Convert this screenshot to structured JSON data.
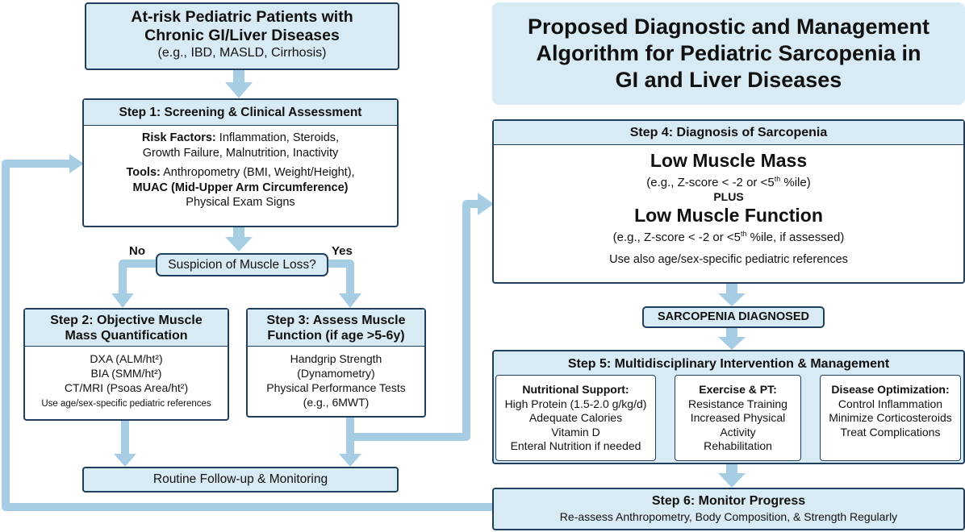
{
  "title": {
    "lines": [
      "Proposed Diagnostic and Management",
      "Algorithm for Pediatric Sarcopenia in",
      "GI and Liver Diseases"
    ]
  },
  "patients": {
    "line1": "At-risk Pediatric Patients with",
    "line2": "Chronic GI/Liver Diseases",
    "example": "(e.g., IBD, MASLD, Cirrhosis)"
  },
  "step1": {
    "header": "Step 1: Screening & Clinical Assessment",
    "risk_label": "Risk Factors:",
    "risk_text1": "Inflammation, Steroids,",
    "risk_text2": "Growth Failure, Malnutrition, Inactivity",
    "tools_label": "Tools:",
    "tools_text": "Anthropometry (BMI, Weight/Height),",
    "muac": "MUAC (Mid-Upper Arm Circumference)",
    "exam": "Physical Exam Signs"
  },
  "decision": {
    "question": "Suspicion of Muscle Loss?",
    "no": "No",
    "yes": "Yes"
  },
  "step2": {
    "header1": "Step 2: Objective Muscle",
    "header2": "Mass Quantification",
    "items": [
      "DXA (ALM/ht²)",
      "BIA (SMM/ht²)",
      "CT/MRI (Psoas Area/ht²)"
    ],
    "note": "Use age/sex-specific pediatric references"
  },
  "step3": {
    "header1": "Step 3: Assess Muscle",
    "header2": "Function (if age >5-6y)",
    "items": [
      "Handgrip Strength",
      "(Dynamometry)",
      "Physical Performance Tests",
      "(e.g., 6MWT)"
    ]
  },
  "followup": {
    "label": "Routine Follow-up & Monitoring"
  },
  "step4": {
    "header": "Step 4: Diagnosis of Sarcopenia",
    "mass_title": "Low Muscle Mass",
    "mass_sub": "(e.g., Z-score < -2 or <5th %ile)",
    "plus": "PLUS",
    "function_title": "Low Muscle Function",
    "function_sub": "(e.g., Z-score < -2 or <5th %ile, if assessed)",
    "note": "Use also age/sex-specific pediatric references"
  },
  "diagnosed": {
    "label": "SARCOPENIA DIAGNOSED"
  },
  "step5": {
    "header": "Step 5: Multidisciplinary Intervention & Management",
    "nutrition": {
      "title": "Nutritional Support:",
      "items": [
        "High Protein (1.5-2.0 g/kg/d)",
        "Adequate Calories",
        "Vitamin D",
        "Enteral Nutrition if needed"
      ]
    },
    "exercise": {
      "title": "Exercise & PT:",
      "items": [
        "Resistance Training",
        "Increased Physical",
        "Activity",
        "Rehabilitation"
      ]
    },
    "disease": {
      "title": "Disease Optimization:",
      "items": [
        "Control Inflammation",
        "Minimize Corticosteroids",
        "Treat Complications"
      ]
    }
  },
  "step6": {
    "header": "Step 6: Monitor Progress",
    "text": "Re-assess Anthropometry, Body Composition, & Strength Regularly"
  },
  "colors": {
    "box_fill": "#d8eaf4",
    "border": "#1f3f5c",
    "arrow": "#a7cde5"
  }
}
